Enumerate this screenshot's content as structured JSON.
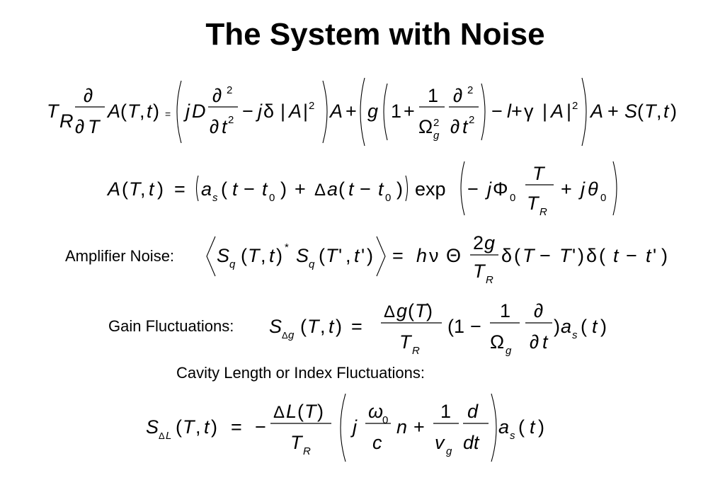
{
  "slide": {
    "title": "The System with Noise",
    "labels": {
      "amplifier": "Amplifier Noise:",
      "gain": "Gain Fluctuations:",
      "cavity": "Cavity Length or Index Fluctuations:"
    }
  },
  "equations": {
    "master": "T_R ∂/∂T A(T,t) = ( jD ∂²/∂t² − jδ |A|² ) A + ( g ( 1 + 1/Ω_g² ∂²/∂t² ) − l + γ |A|² ) A + S(T,t)",
    "ansatz": "A(T,t) = ( a_s(t − t0) + Δa(t − t0) ) exp( − jΦ0 T/T_R + jθ0 )",
    "amplifier": "⟨ S_q(T,t)* S_q(T',t') ⟩ = hν Θ 2g/T_R δ(T − T') δ(t − t')",
    "gain": "S_Δg(T,t) = Δg(T)/T_R (1 − 1/Ω_g ∂/∂t) a_s(t)",
    "cavity": "S_ΔL(T,t) = − ΔL(T)/T_R ( j ω0/c n + 1/v_g d/dt ) a_s(t)"
  }
}
